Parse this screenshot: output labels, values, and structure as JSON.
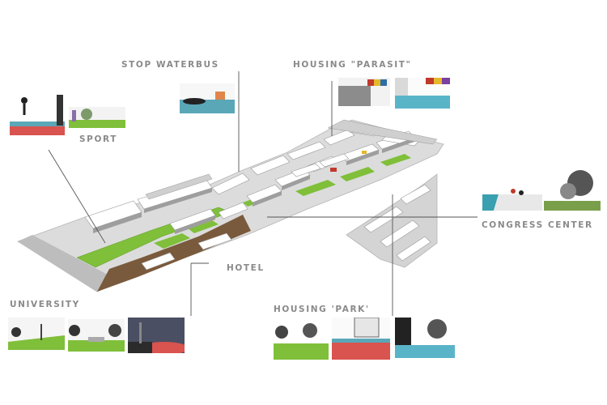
{
  "labels": {
    "stop_waterbus": "STOP WATERBUS",
    "housing_parasit": "HOUSING \"PARASIT\"",
    "sport": "SPORT",
    "congress_center": "CONGRESS CENTER",
    "hotel": "HOTEL",
    "university": "UNIVERSITY",
    "housing_park": "HOUSING 'PARK'"
  },
  "colors": {
    "label_text": "#8a8a8a",
    "ground": "#d6d6d6",
    "ground_dark": "#a9a9a9",
    "grass": "#7fbf3a",
    "timber": "#7a5a3c",
    "water": "#5aa7b8",
    "red_track": "#d9534f",
    "leader_line": "#555555"
  }
}
